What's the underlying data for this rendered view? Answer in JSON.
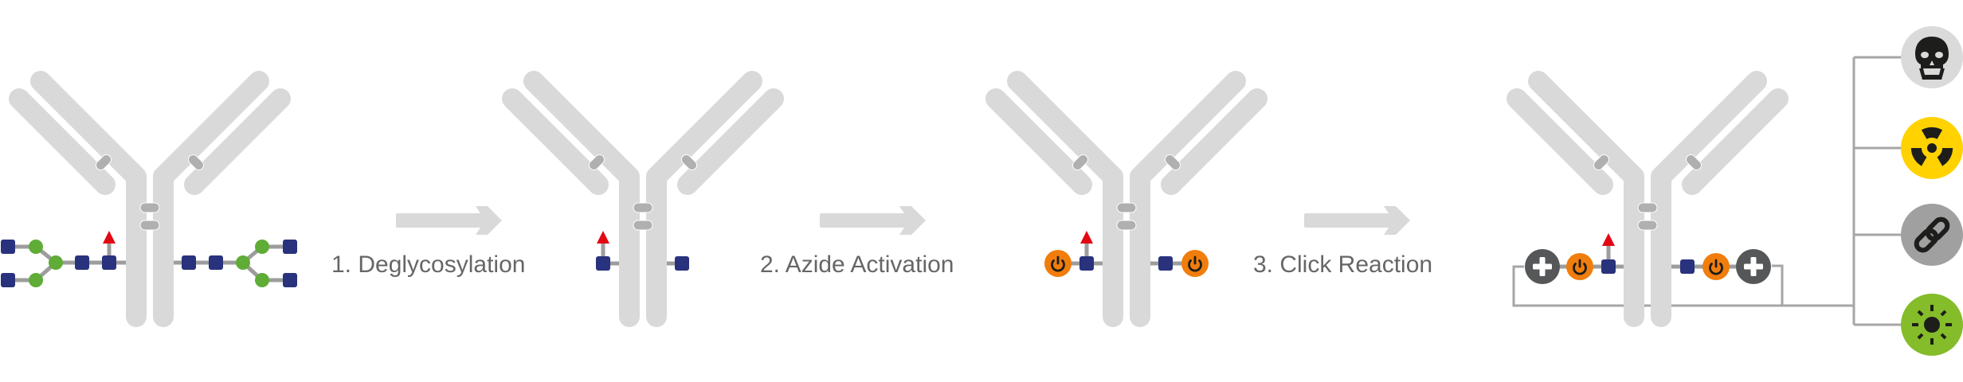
{
  "steps": [
    {
      "label": "1. Deglycosylation"
    },
    {
      "label": "2. Azide Activation"
    },
    {
      "label": "3. Click Reaction"
    }
  ],
  "payloads": [
    {
      "icon": "skull-icon",
      "meaning": "toxin"
    },
    {
      "icon": "radiation-icon",
      "meaning": "radionuclide"
    },
    {
      "icon": "chain-link-icon",
      "meaning": "linker"
    },
    {
      "icon": "sun-icon",
      "meaning": "fluorophore"
    }
  ],
  "colors": {
    "antibody": "#d9d9d9",
    "disulfide": "#b0b0b0",
    "glcnac_square": "#29327c",
    "mannose_circle": "#5fac36",
    "fucose_triangle": "#e30613",
    "azide_circle": "#f07d0c",
    "click_circle": "#555759",
    "arrow": "#d9d9d9",
    "toxin_bg": "#dadada",
    "radiation_bg": "#ffd200",
    "link_bg": "#a0a0a0",
    "fluor_bg": "#84bc2a"
  }
}
